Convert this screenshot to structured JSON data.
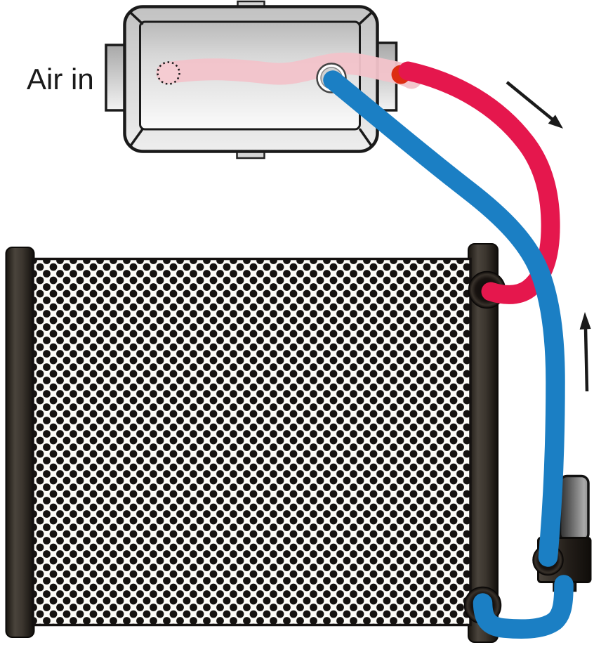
{
  "diagram": {
    "labels": {
      "air_in": "Air in"
    },
    "colors": {
      "hot_hose": "#e5174d",
      "hot_fitting": "#dd2d12",
      "cold_hose": "#1b7fc4",
      "warm_air_band": "#f2c3ca",
      "warm_air_inlet": "#f5ccd2",
      "outline": "#1a1a1a",
      "core_background": "#fcfbf7",
      "core_dot": "#151210"
    },
    "arrows": {
      "hot_flow_direction": "down-right",
      "cold_flow_direction": "up"
    }
  }
}
